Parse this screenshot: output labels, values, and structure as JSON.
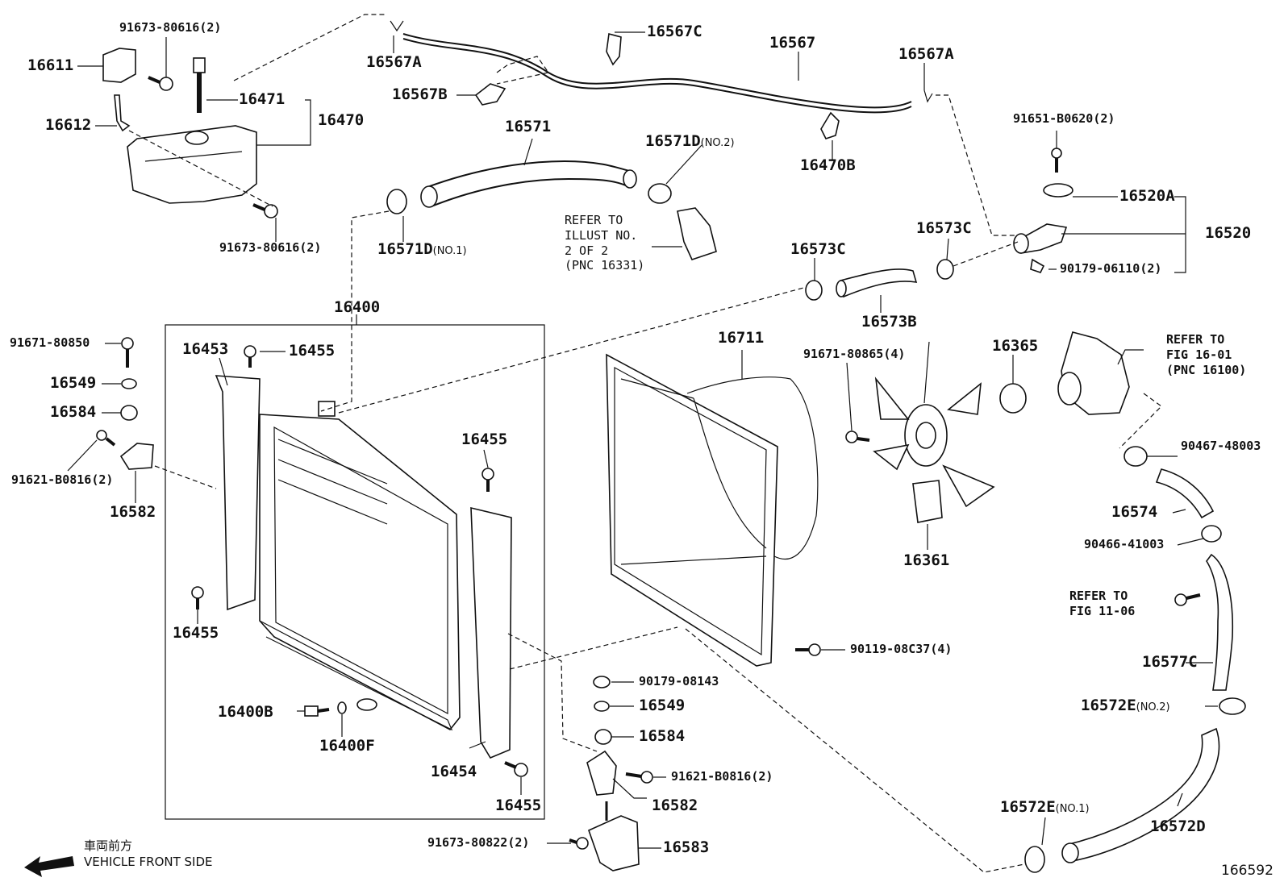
{
  "labels": {
    "p16611": "16611",
    "p91673_80616_top": "91673-80616(2)",
    "p16612": "16612",
    "p16471": "16471",
    "p16470": "16470",
    "p91673_80616_bot": "91673-80616(2)",
    "p16567A_left": "16567A",
    "p16567C": "16567C",
    "p16567": "16567",
    "p16567A_right": "16567A",
    "p16567B": "16567B",
    "p16571": "16571",
    "p16571D_no2": "16571D",
    "p16571D_no2_suffix": "(NO.2)",
    "p16470B": "16470B",
    "p16571D_no1": "16571D",
    "p16571D_no1_suffix": "(NO.1)",
    "p91651_B0620": "91651-B0620(2)",
    "p16520A": "16520A",
    "p16520": "16520",
    "p90179_06110": "90179-06110(2)",
    "p16573C_right": "16573C",
    "p16573C_left": "16573C",
    "p16573B": "16573B",
    "p16400": "16400",
    "p91671_80850": "91671-80850",
    "p16453": "16453",
    "p16455_a": "16455",
    "p16549_left": "16549",
    "p16584_left": "16584",
    "p91621_B0816_left": "91621-B0816(2)",
    "p16582_left": "16582",
    "p16455_b": "16455",
    "p16455_c": "16455",
    "p16711": "16711",
    "p91671_80865": "91671-80865(4)",
    "p16365": "16365",
    "p90467_48003": "90467-48003",
    "p16574": "16574",
    "p90466_41003": "90466-41003",
    "p16361": "16361",
    "p90119_08C37": "90119-08C37(4)",
    "p16577C": "16577C",
    "p16572E_no2": "16572E",
    "p16572E_no2_suffix": "(NO.2)",
    "p90179_08143": "90179-08143",
    "p16549_right": "16549",
    "p16584_right": "16584",
    "p91621_B0816_right": "91621-B0816(2)",
    "p16582_right": "16582",
    "p16400B": "16400B",
    "p16400F": "16400F",
    "p16454": "16454",
    "p16455_d": "16455",
    "p91673_80822": "91673-80822(2)",
    "p16583": "16583",
    "p16572E_no1": "16572E",
    "p16572E_no1_suffix": "(NO.1)",
    "p16572D": "16572D"
  },
  "notes": {
    "refer_illust_1": "REFER TO",
    "refer_illust_2": "ILLUST NO.",
    "refer_illust_3": "2 OF 2",
    "refer_illust_4": "(PNC 16331)",
    "refer_fig1601_1": "REFER TO",
    "refer_fig1601_2": "FIG 16-01",
    "refer_fig1601_3": "(PNC 16100)",
    "refer_fig1106_1": "REFER TO",
    "refer_fig1106_2": "FIG 11-06"
  },
  "footer": {
    "front_jp": "車両前方",
    "front_en": "VEHICLE FRONT SIDE",
    "figure_no": "166592"
  }
}
